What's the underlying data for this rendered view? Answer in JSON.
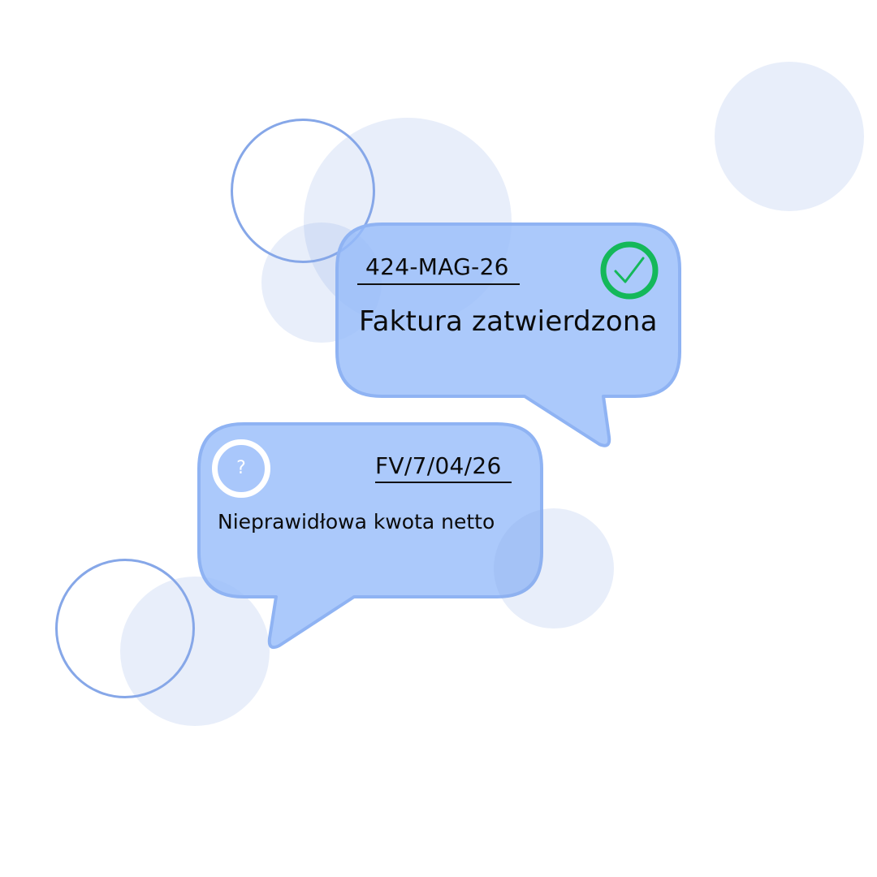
{
  "notifications": [
    {
      "reference": "424-MAG-26",
      "message": "Faktura zatwierdzona",
      "status_icon": "checkmark-circle-icon",
      "status_color": "#14b85a"
    },
    {
      "reference": "FV/7/04/26",
      "message": "Nieprawidłowa kwota netto",
      "status_icon": "question-circle-icon",
      "status_symbol": "?"
    }
  ],
  "colors": {
    "bubble_fill": "#a9c7fb",
    "bubble_stroke": "#8fb3f3",
    "decor_fill": "#e8eef9",
    "decor_ring": "#86a7e8"
  }
}
